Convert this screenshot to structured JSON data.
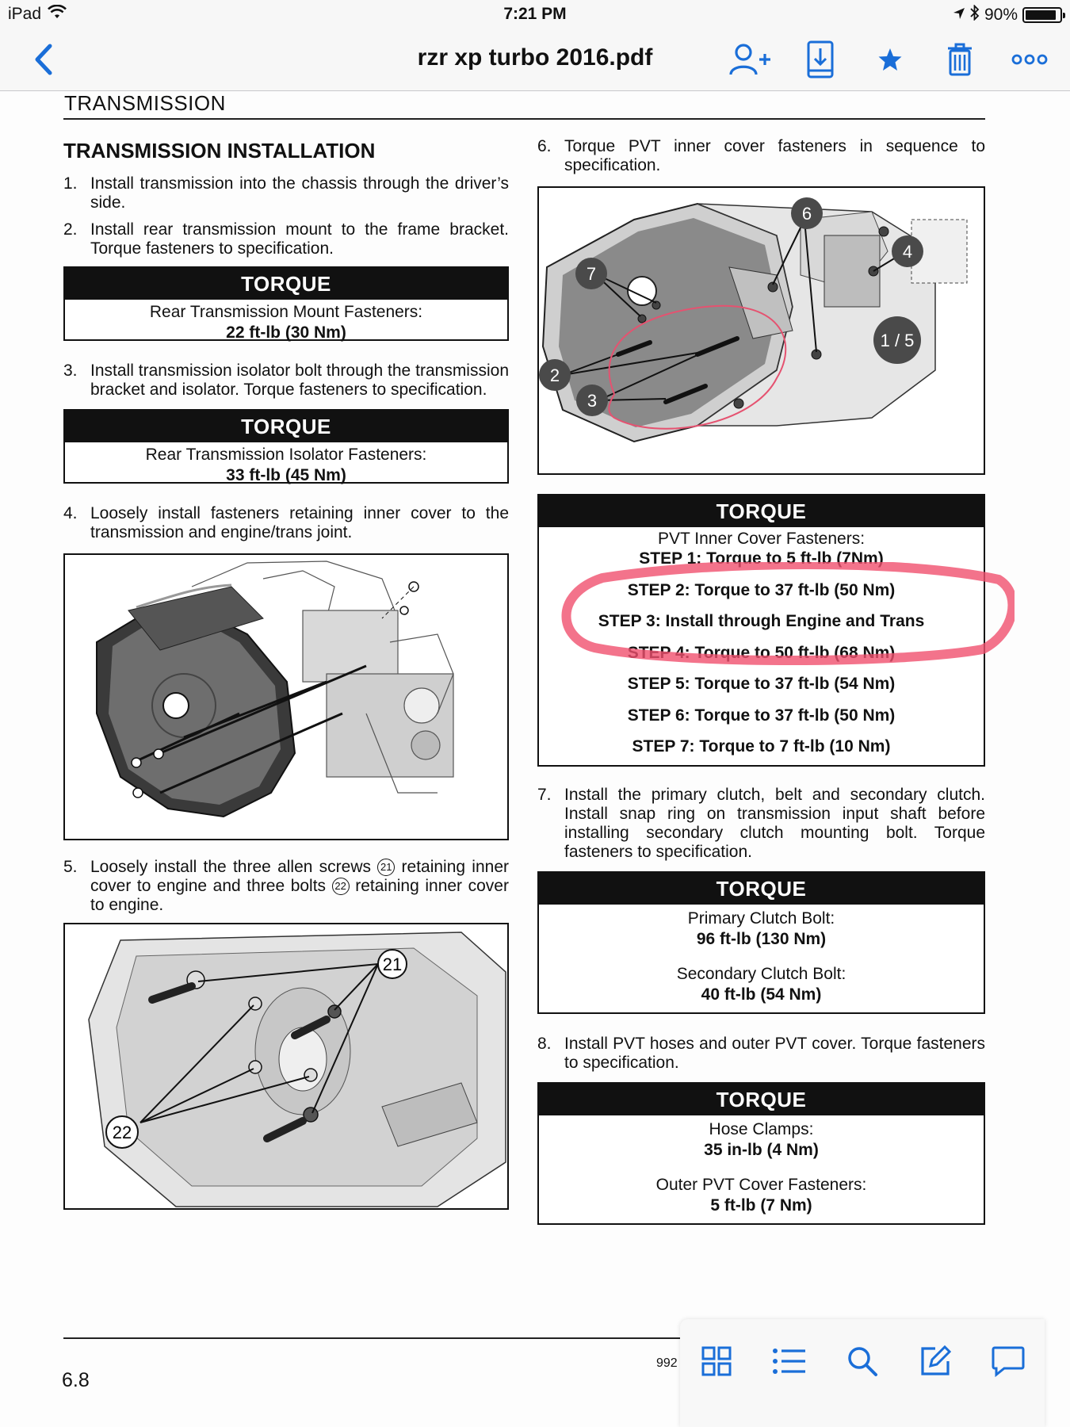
{
  "status_bar": {
    "carrier": "iPad",
    "time": "7:21 PM",
    "battery": "90%",
    "battery_level": 0.9
  },
  "nav": {
    "title": "rzr xp  turbo 2016.pdf"
  },
  "colors": {
    "accent": "#1a6ed8",
    "highlight": "#f0506e"
  },
  "icons": [
    "back-chevron-icon",
    "add-user-icon",
    "download-icon",
    "star-icon",
    "trash-icon",
    "more-icon",
    "grid-icon",
    "list-icon",
    "search-icon",
    "edit-icon",
    "comment-icon",
    "wifi-icon",
    "location-icon",
    "bluetooth-icon"
  ],
  "page": {
    "section_header": "TRANSMISSION",
    "left": {
      "title": "TRANSMISSION INSTALLATION",
      "step1": {
        "num": "1.",
        "text": "Install transmission into the chassis through the driver’s side."
      },
      "step2": {
        "num": "2.",
        "text": "Install rear transmission mount to the frame bracket. Torque fasteners to specification."
      },
      "torque1": {
        "head": "TORQUE",
        "label": "Rear Transmission Mount Fasteners:",
        "value": "22 ft-lb (30 Nm)"
      },
      "step3": {
        "num": "3.",
        "text": "Install transmission isolator bolt through the transmission bracket and isolator. Torque fasteners to specification."
      },
      "torque2": {
        "head": "TORQUE",
        "label": "Rear Transmission Isolator Fasteners:",
        "value": "33 ft-lb (45 Nm)"
      },
      "step4": {
        "num": "4.",
        "text": "Loosely install fasteners retaining inner cover to the transmission and engine/trans joint."
      },
      "step5": {
        "num": "5.",
        "text_a": "Loosely install the three allen screws",
        "ref_a": "21",
        "text_b": "retaining inner cover to engine and three bolts",
        "ref_b": "22",
        "text_c": "retaining inner cover to engine."
      },
      "figure3_callouts": {
        "a": "21",
        "b": "22"
      }
    },
    "right": {
      "step6": {
        "num": "6.",
        "text": "Torque PVT inner cover fasteners in sequence to specification."
      },
      "figure_callouts": {
        "c6": "6",
        "c4": "4",
        "c7": "7",
        "c15": "1 / 5",
        "c2": "2",
        "c3": "3"
      },
      "torque3": {
        "head": "TORQUE",
        "label": "PVT Inner Cover Fasteners:",
        "steps": [
          "STEP 1: Torque to 5 ft-lb (7Nm)",
          "STEP 2: Torque to 37 ft-lb (50 Nm)",
          "STEP 3: Install through Engine and Trans",
          "STEP 4: Torque to 50 ft-lb (68 Nm)",
          "STEP 5: Torque to 37 ft-lb (54 Nm)",
          "STEP 6: Torque to 37 ft-lb (50 Nm)",
          "STEP 7: Torque to 7 ft-lb (10 Nm)"
        ]
      },
      "step7": {
        "num": "7.",
        "text": "Install the primary clutch, belt and secondary clutch. Install snap ring on transmission input shaft before installing secondary clutch mounting bolt. Torque fasteners to specification."
      },
      "torque4": {
        "head": "TORQUE",
        "label1": "Primary Clutch Bolt:",
        "value1": "96 ft-lb (130 Nm)",
        "label2": "Secondary Clutch Bolt:",
        "value2": "40 ft-lb (54 Nm)"
      },
      "step8": {
        "num": "8.",
        "text": "Install PVT hoses and outer PVT cover. Torque fasteners to specification."
      },
      "torque5": {
        "head": "TORQUE",
        "label1": "Hose Clamps:",
        "value1": "35 in-lb (4 Nm)",
        "label2": "Outer PVT Cover Fasteners:",
        "value2": "5 ft-lb (7 Nm)"
      }
    },
    "footer": {
      "page_number": "6.8",
      "doc_code": "992"
    }
  }
}
